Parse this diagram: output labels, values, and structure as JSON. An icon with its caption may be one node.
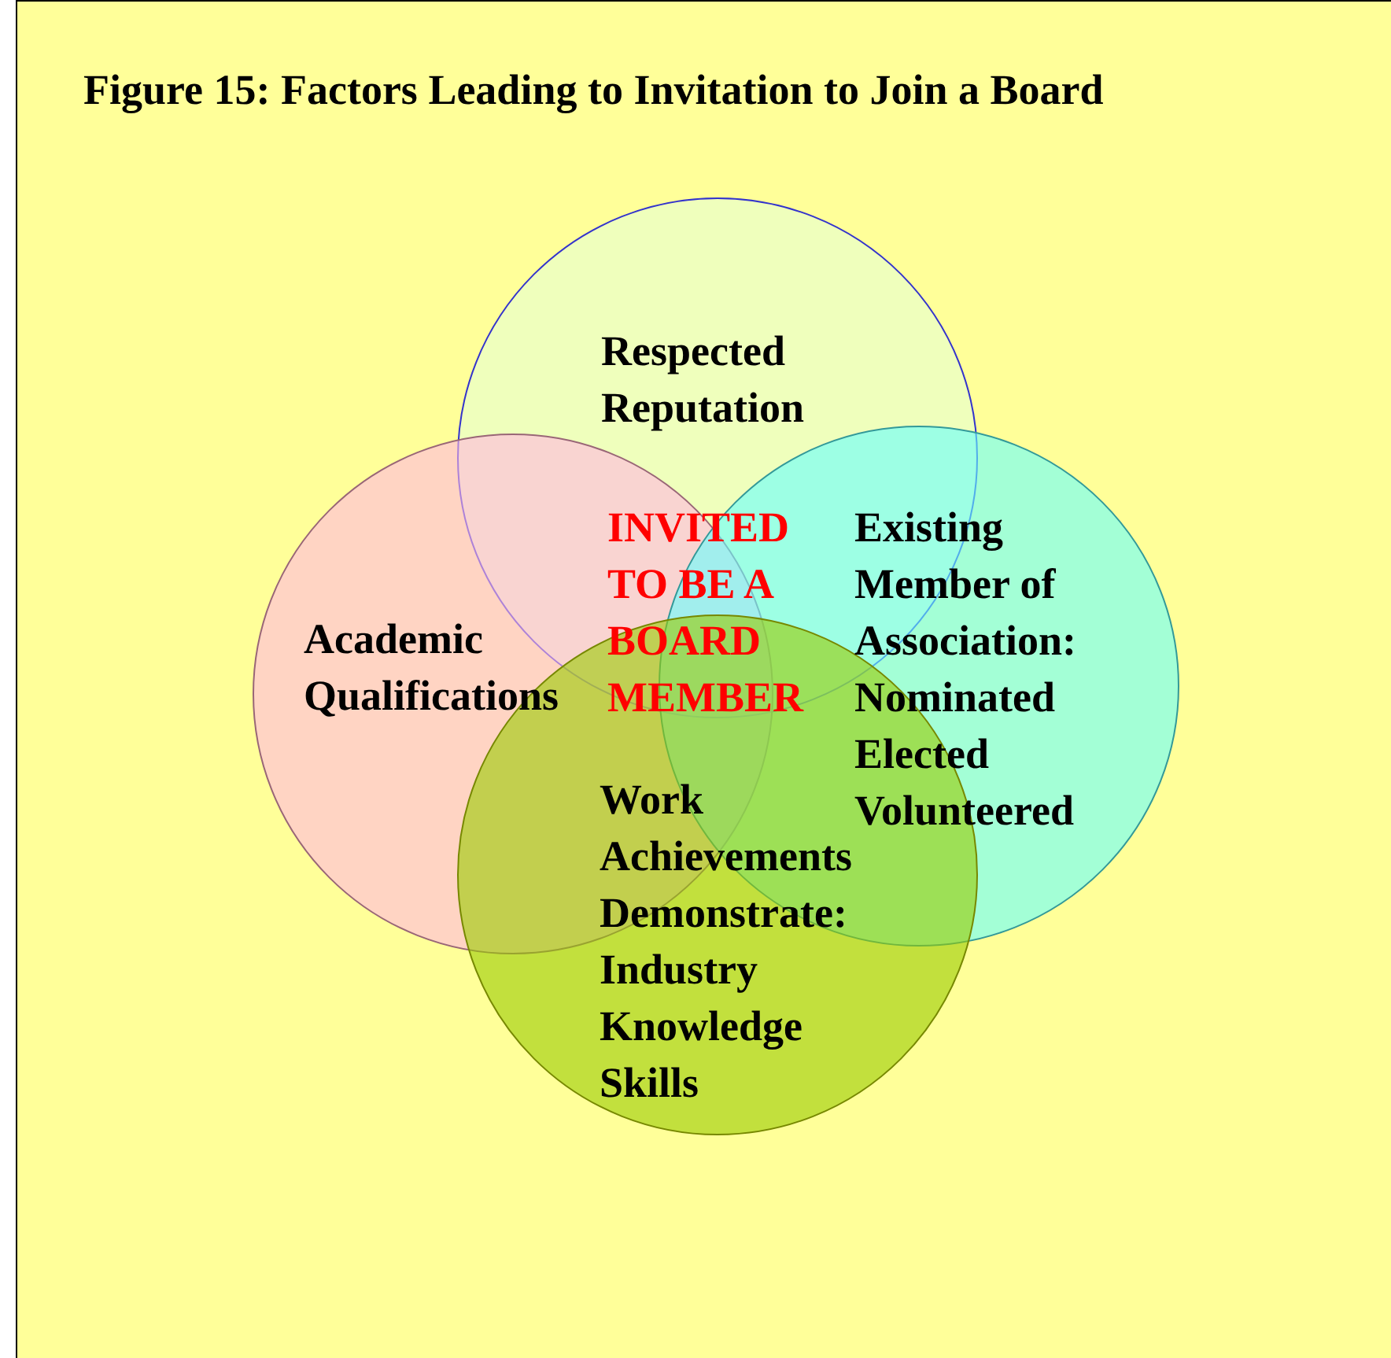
{
  "diagram": {
    "title": "Figure 15: Factors Leading to Invitation to Join a Board",
    "nodes": [
      {
        "text": [
          "Respected Reputation"
        ]
      },
      {
        "text": [
          "Academic Qualifications"
        ]
      },
      {
        "text": [
          "Existing Member of Association:",
          "Nominated",
          "Elected",
          "Volunteered"
        ]
      },
      {
        "text": [
          "Work Achievements Demonstrate:",
          "Industry",
          "Knowledge",
          "Skills"
        ]
      }
    ],
    "edges": [],
    "labels": [
      "INVITED TO BE A BOARD MEMBER"
    ]
  }
}
